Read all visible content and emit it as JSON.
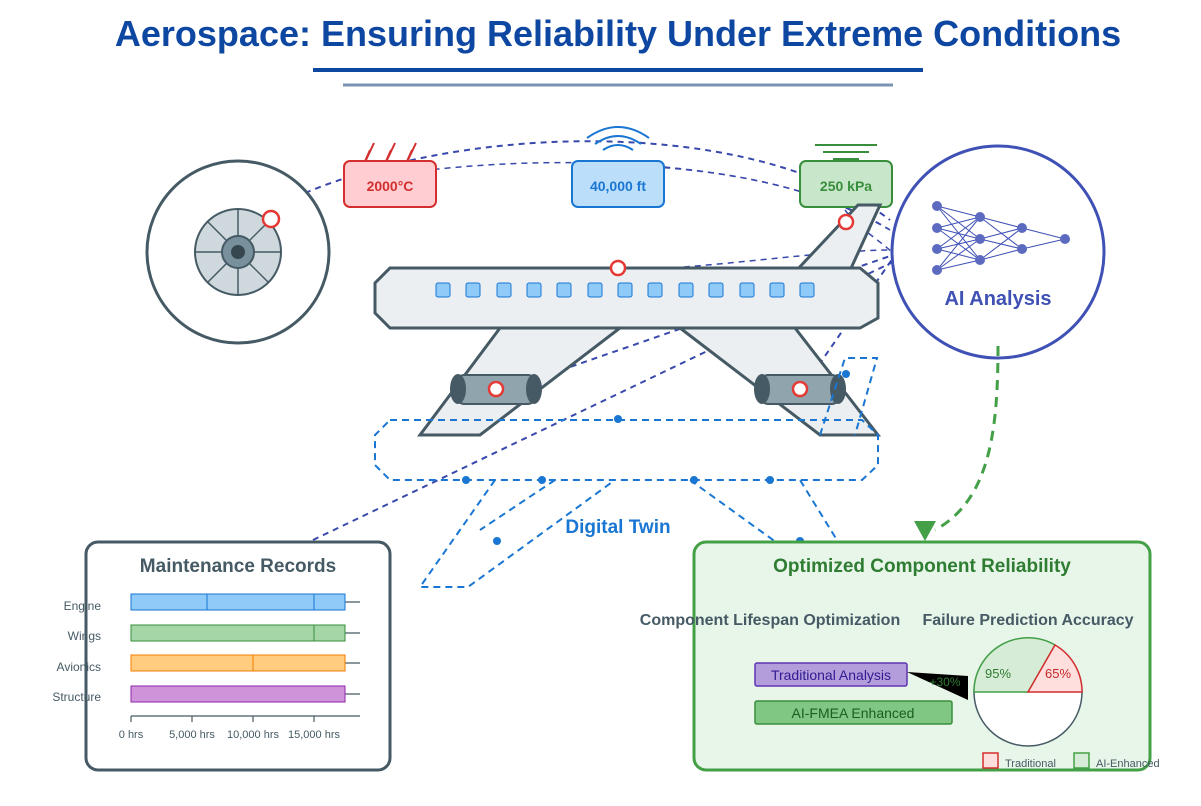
{
  "title": "Aerospace: Ensuring Reliability Under Extreme Conditions",
  "conditions": {
    "temperature": "2000°C",
    "altitude": "40,000 ft",
    "pressure": "250 kPa"
  },
  "ai_label": "AI Analysis",
  "digital_twin_label": "Digital Twin",
  "maintenance": {
    "title": "Maintenance Records",
    "rows": [
      "Engine",
      "Wings",
      "Avionics",
      "Structure"
    ],
    "axis_ticks": [
      "0 hrs",
      "5,000 hrs",
      "10,000 hrs",
      "15,000 hrs"
    ]
  },
  "optimized": {
    "title": "Optimized Component Reliability",
    "lifespan_title": "Component Lifespan Optimization",
    "traditional_label": "Traditional Analysis",
    "improvement_label": "+30%",
    "enhanced_label": "AI-FMEA Enhanced",
    "accuracy_title": "Failure Prediction Accuracy",
    "ai_pct": "95%",
    "trad_pct": "65%",
    "legend_traditional": "Traditional",
    "legend_ai": "AI-Enhanced"
  },
  "colors": {
    "title": "#0d47a1",
    "red": "#d32f2f",
    "blue": "#1976d2",
    "green": "#388e3c",
    "purple": "#3f51b5",
    "dark": "#455a64"
  }
}
